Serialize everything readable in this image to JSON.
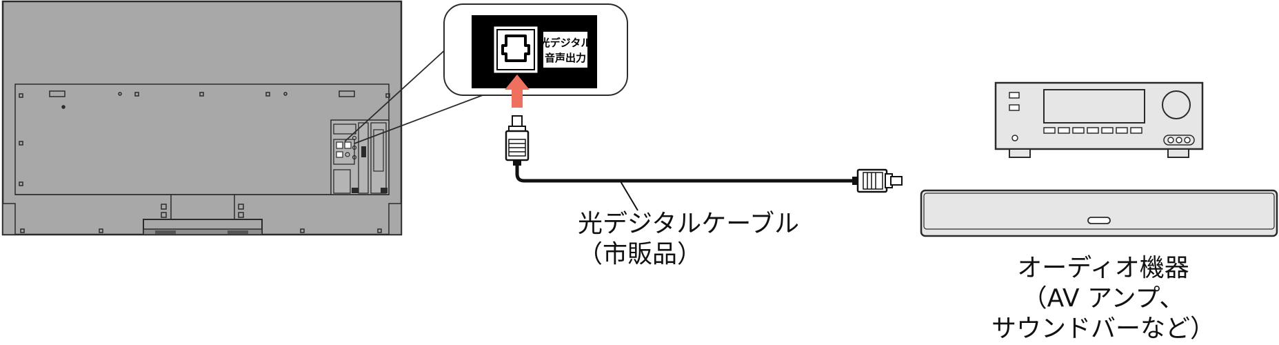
{
  "port_label": {
    "line1": "光デジタル",
    "line2": "音声出力"
  },
  "cable_label": {
    "line1": "光デジタルケーブル",
    "line2": "（市販品）"
  },
  "device_label": {
    "line1": "オーディオ機器",
    "line2": "（AV アンプ、",
    "line3": "サウンドバーなど）"
  },
  "colors": {
    "tv_body": "#a8a8a8",
    "tv_outline": "#2a2a2a",
    "callout_bg": "#000000",
    "arrow": "#f07060",
    "device_body": "#e6e6e6",
    "cable": "#111111"
  },
  "icons": {
    "port": "optical-port-icon",
    "arrow": "arrow-up-icon"
  }
}
